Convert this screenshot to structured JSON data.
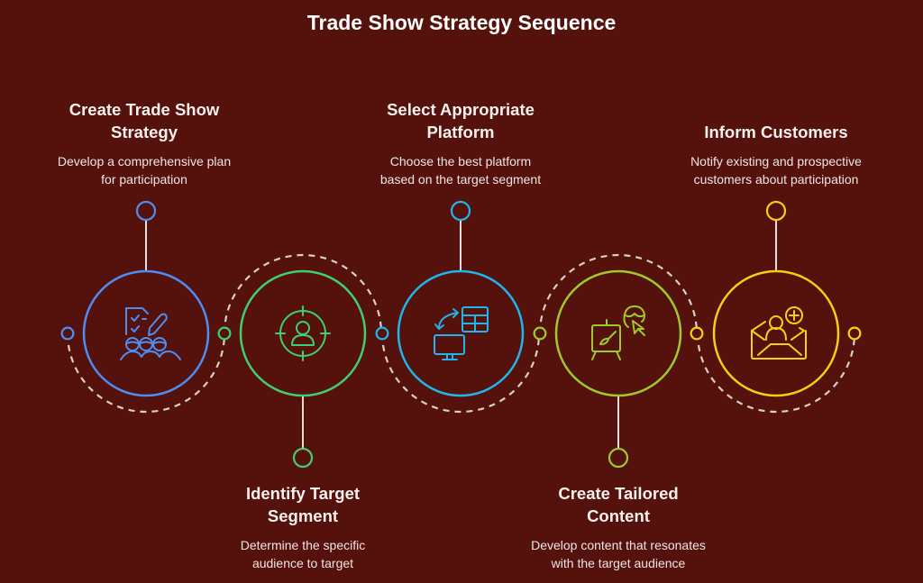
{
  "title": "Trade Show Strategy Sequence",
  "colors": {
    "background": "#55110c",
    "connector": "#e8e0dc",
    "dashed_arc": "#d9cfcb"
  },
  "steps": [
    {
      "heading": "Create Trade Show Strategy",
      "heading_lines": [
        "Create Trade Show",
        "Strategy"
      ],
      "description_lines": [
        "Develop a comprehensive plan",
        "for participation"
      ],
      "icon": "checklist-team-icon",
      "color": "#4d8ef5",
      "label_position": "top"
    },
    {
      "heading": "Identify Target Segment",
      "heading_lines": [
        "Identify Target",
        "Segment"
      ],
      "description_lines": [
        "Determine the specific",
        "audience to target"
      ],
      "icon": "target-person-icon",
      "color": "#3fcf72",
      "label_position": "bottom"
    },
    {
      "heading": "Select Appropriate Platform",
      "heading_lines": [
        "Select Appropriate",
        "Platform"
      ],
      "description_lines": [
        "Choose the best platform",
        "based on the target segment"
      ],
      "icon": "platform-switch-icon",
      "color": "#1eb6ec",
      "label_position": "top"
    },
    {
      "heading": "Create Tailored Content",
      "heading_lines": [
        "Create Tailored",
        "Content"
      ],
      "description_lines": [
        "Develop content that resonates",
        "with the target audience"
      ],
      "icon": "easel-user-cursor-icon",
      "color": "#9ecb2c",
      "label_position": "bottom"
    },
    {
      "heading": "Inform Customers",
      "heading_lines": [
        "Inform Customers"
      ],
      "description_lines": [
        "Notify existing and prospective",
        "customers about participation"
      ],
      "icon": "mail-user-add-icon",
      "color": "#f5cf14",
      "label_position": "top"
    }
  ]
}
